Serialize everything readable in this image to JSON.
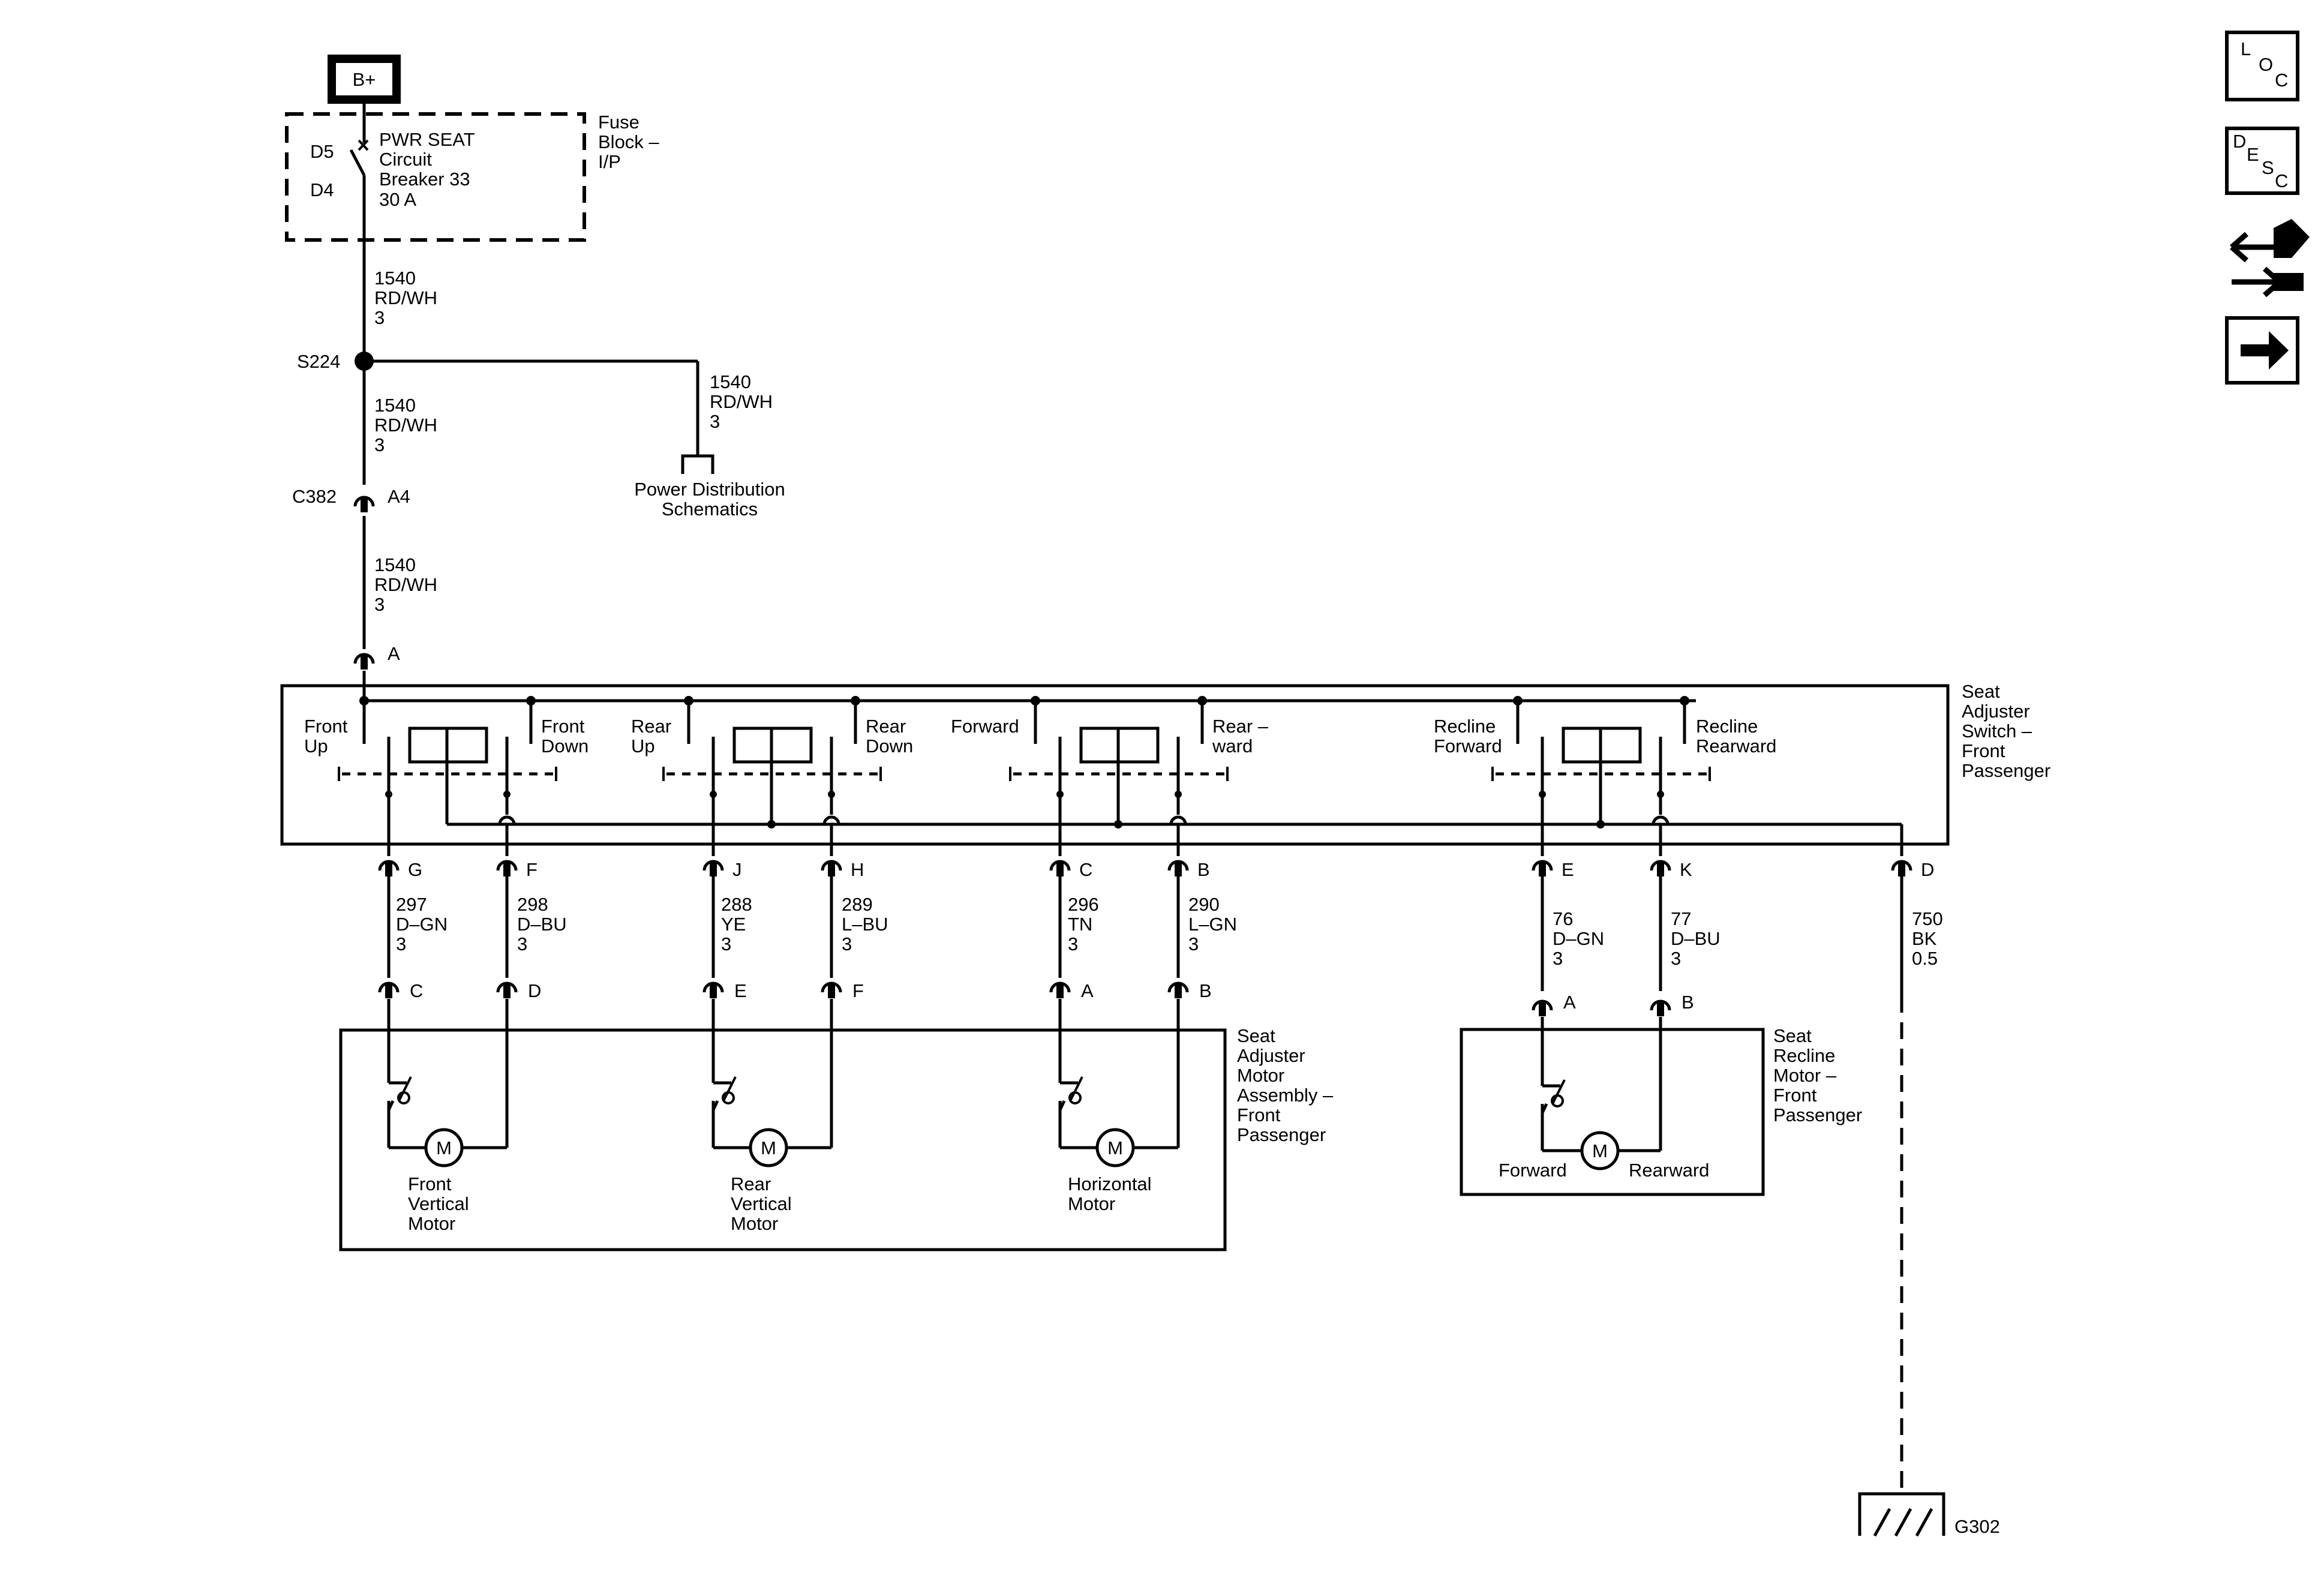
{
  "power": {
    "source_label": "B+"
  },
  "fuse_block": {
    "title_lines": [
      "Fuse",
      "Block –",
      "I/P"
    ],
    "breaker_lines": [
      "PWR SEAT",
      "Circuit",
      "Breaker 33",
      "30 A"
    ],
    "pin_d5": "D5",
    "pin_d4": "D4"
  },
  "wires": {
    "w1540_a": [
      "1540",
      "RD/WH",
      "3"
    ],
    "w1540_b": [
      "1540",
      "RD/WH",
      "3"
    ],
    "w1540_c": [
      "1540",
      "RD/WH",
      "3"
    ],
    "w1540_d": [
      "1540",
      "RD/WH",
      "3"
    ],
    "w297": [
      "297",
      "D–GN",
      "3"
    ],
    "w298": [
      "298",
      "D–BU",
      "3"
    ],
    "w288": [
      "288",
      "YE",
      "3"
    ],
    "w289": [
      "289",
      "L–BU",
      "3"
    ],
    "w296": [
      "296",
      "TN",
      "3"
    ],
    "w290": [
      "290",
      "L–GN",
      "3"
    ],
    "w76": [
      "76",
      "D–GN",
      "3"
    ],
    "w77": [
      "77",
      "D–BU",
      "3"
    ],
    "w750": [
      "750",
      "BK",
      "0.5"
    ]
  },
  "splice": {
    "label": "S224"
  },
  "connector_c382": {
    "label": "C382",
    "pin": "A4"
  },
  "power_dist": {
    "lines": [
      "Power Distribution",
      "Schematics"
    ]
  },
  "switch": {
    "title_lines": [
      "Seat",
      "Adjuster",
      "Switch –",
      "Front",
      "Passenger"
    ],
    "input_pin": "A",
    "labels": {
      "front_up": [
        "Front",
        "Up"
      ],
      "front_down": [
        "Front",
        "Down"
      ],
      "rear_up": [
        "Rear",
        "Up"
      ],
      "rear_down": [
        "Rear",
        "Down"
      ],
      "forward": [
        "Forward"
      ],
      "rearward": [
        "Rear –",
        "ward"
      ],
      "recline_forward": [
        "Recline",
        "Forward"
      ],
      "recline_rearward": [
        "Recline",
        "Rearward"
      ]
    },
    "pins": [
      "G",
      "F",
      "J",
      "H",
      "C",
      "B",
      "E",
      "K",
      "D"
    ]
  },
  "motor_assembly": {
    "title_lines": [
      "Seat",
      "Adjuster",
      "Motor",
      "Assembly –",
      "Front",
      "Passenger"
    ],
    "pins": [
      "C",
      "D",
      "E",
      "F",
      "A",
      "B"
    ],
    "motor_symbol": "M",
    "front_vertical": [
      "Front",
      "Vertical",
      "Motor"
    ],
    "rear_vertical": [
      "Rear",
      "Vertical",
      "Motor"
    ],
    "horizontal": [
      "Horizontal",
      "Motor"
    ]
  },
  "recline_motor": {
    "title_lines": [
      "Seat",
      "Recline",
      "Motor –",
      "Front",
      "Passenger"
    ],
    "pins": [
      "A",
      "B"
    ],
    "motor_symbol": "M",
    "forward_label": "Forward",
    "rearward_label": "Rearward"
  },
  "ground": {
    "label": "G302"
  },
  "side_icons": {
    "loc": [
      "L",
      "O",
      "C"
    ],
    "desc": [
      "D",
      "E",
      "S",
      "C"
    ],
    "icons": [
      "loc-icon",
      "desc-icon",
      "connector-arrows-icon",
      "next-arrow-icon"
    ]
  }
}
